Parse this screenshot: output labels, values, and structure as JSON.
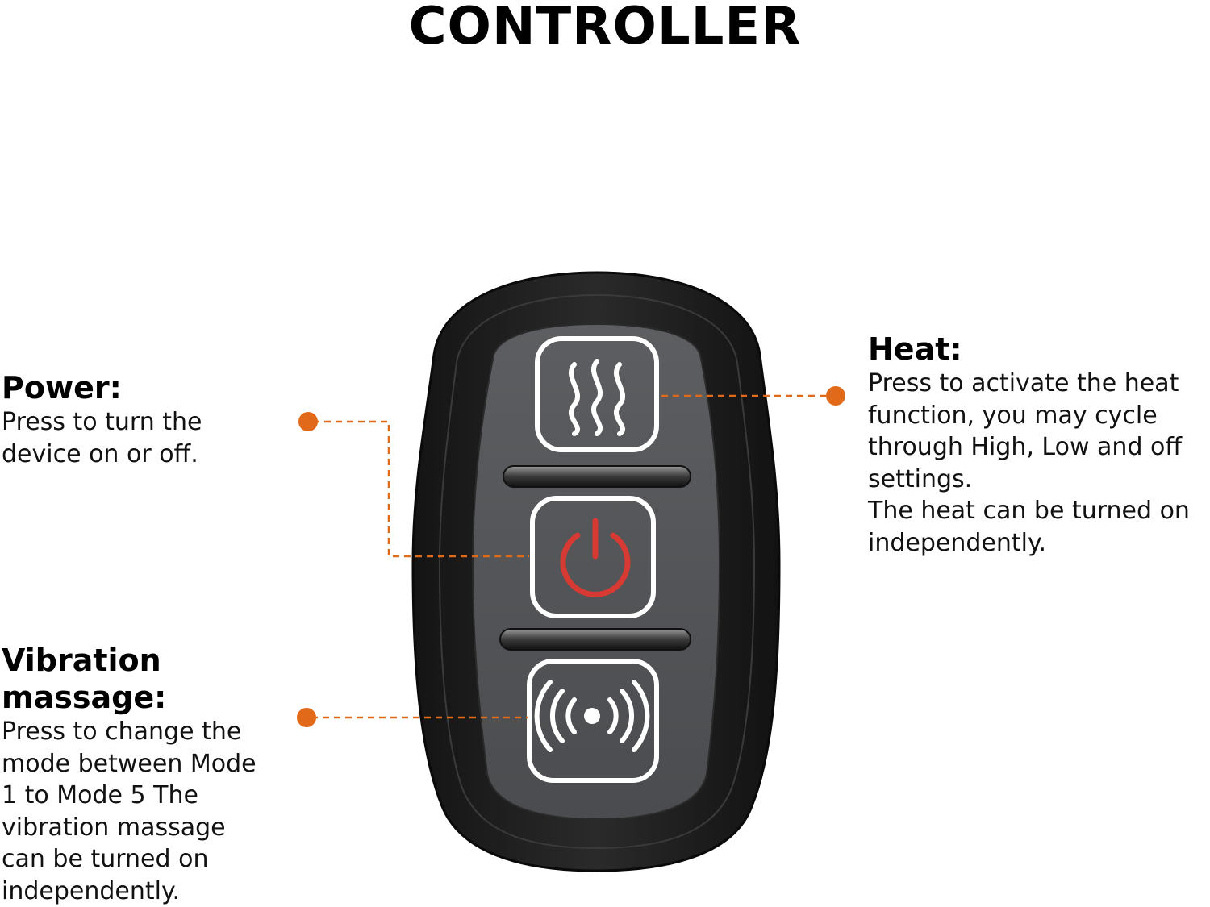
{
  "title": "CONTROLLER",
  "annotations": {
    "power": {
      "heading": "Power:",
      "description": "Press to turn the\ndevice on or off."
    },
    "vibration": {
      "heading": "Vibration massage:",
      "description": "Press to change the\nmode between Mode\n1 to Mode 5 The\nvibration massage\ncan be turned on\nindependently."
    },
    "heat": {
      "heading": "Heat:",
      "description": "Press to activate the heat\nfunction, you may cycle\nthrough High, Low and off\nsettings.\nThe heat can be turned on\nindependently."
    }
  },
  "icons": {
    "heat": "heat-wave-icon",
    "power": "power-icon",
    "vibration": "vibration-icon"
  },
  "colors": {
    "leader_line": "#e06a1a",
    "power_symbol": "#d63a33",
    "device_body": "#1c1c1c",
    "device_panel": "#55575a"
  }
}
